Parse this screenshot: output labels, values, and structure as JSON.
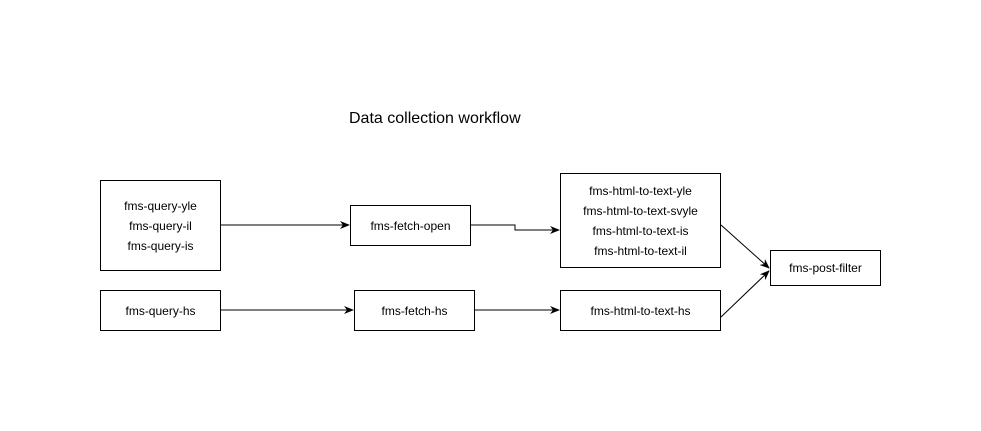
{
  "diagram": {
    "title": "Data collection workflow",
    "nodes": {
      "query_group": {
        "lines": [
          "fms-query-yle",
          "fms-query-il",
          "fms-query-is"
        ]
      },
      "query_hs": {
        "lines": [
          "fms-query-hs"
        ]
      },
      "fetch_open": {
        "lines": [
          "fms-fetch-open"
        ]
      },
      "fetch_hs": {
        "lines": [
          "fms-fetch-hs"
        ]
      },
      "html_group": {
        "lines": [
          "fms-html-to-text-yle",
          "fms-html-to-text-svyle",
          "fms-html-to-text-is",
          "fms-html-to-text-il"
        ]
      },
      "html_hs": {
        "lines": [
          "fms-html-to-text-hs"
        ]
      },
      "post_filter": {
        "lines": [
          "fms-post-filter"
        ]
      }
    },
    "edges": [
      {
        "from": "query_group",
        "to": "fetch_open"
      },
      {
        "from": "fetch_open",
        "to": "html_group"
      },
      {
        "from": "query_hs",
        "to": "fetch_hs"
      },
      {
        "from": "fetch_hs",
        "to": "html_hs"
      },
      {
        "from": "html_group",
        "to": "post_filter"
      },
      {
        "from": "html_hs",
        "to": "post_filter"
      }
    ]
  }
}
